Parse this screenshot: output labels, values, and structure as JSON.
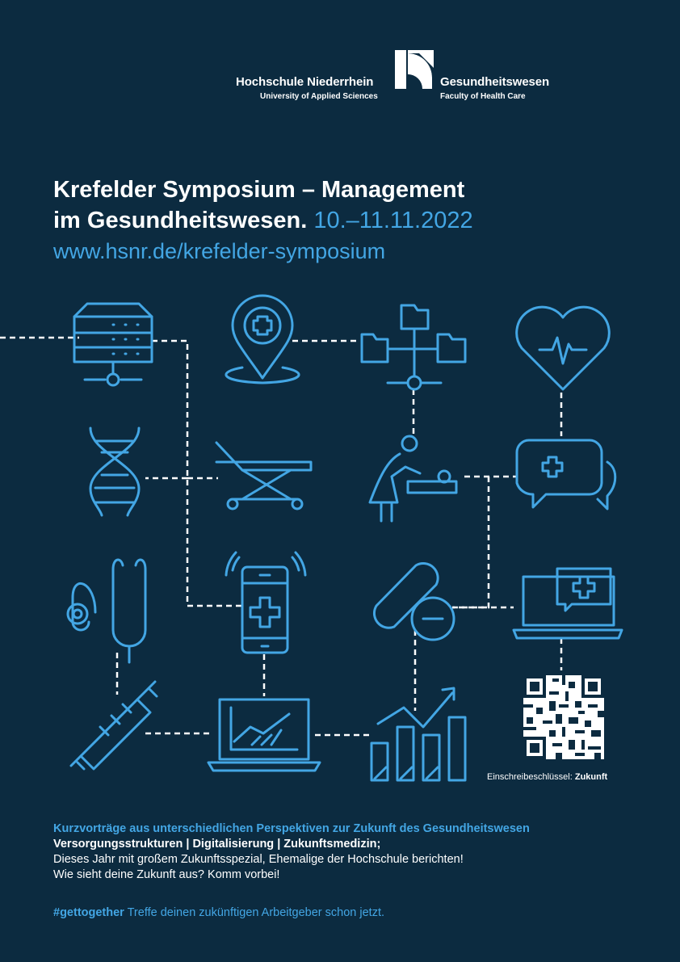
{
  "header": {
    "left_name": "Hochschule Niederrhein",
    "left_sub": "University of Applied Sciences",
    "right_name": "Gesundheitswesen",
    "right_sub": "Faculty of Health Care"
  },
  "title": {
    "line1": "Krefelder Symposium – Management",
    "line2": "im Gesundheitswesen.",
    "date": "10.–11.11.2022"
  },
  "url": "www.hsnr.de/krefelder-symposium",
  "qr": {
    "caption_prefix": "Einschreibeschlüssel:",
    "caption_key": "Zukunft"
  },
  "body": {
    "headline": "Kurzvorträge aus unterschiedlichen Perspektiven zur Zukunft des Gesundheitswesen",
    "topics": "Versorgungsstrukturen | Digitalisierung | Zukunftsmedizin;",
    "line1": "Dieses Jahr mit großem Zukunftsspezial, Ehemalige der Hochschule berichten!",
    "line2": "Wie sieht deine Zukunft aus? Komm vorbei!"
  },
  "hashtag": {
    "tag": "#gettogether",
    "text": "Treffe deinen zukünftigen Arbeitgeber schon jetzt."
  },
  "colors": {
    "background": "#0c2b40",
    "accent": "#43a6e4",
    "text": "#ffffff"
  },
  "icons": [
    "server-icon",
    "location-pin-icon",
    "folder-tree-icon",
    "heart-pulse-icon",
    "dna-icon",
    "stretcher-icon",
    "caregiver-icon",
    "medical-chat-icon",
    "stethoscope-icon",
    "medical-phone-icon",
    "pill-icon",
    "laptop-medical-icon",
    "syringe-icon",
    "laptop-chart-icon",
    "bar-chart-icon",
    "qr-code-icon"
  ]
}
